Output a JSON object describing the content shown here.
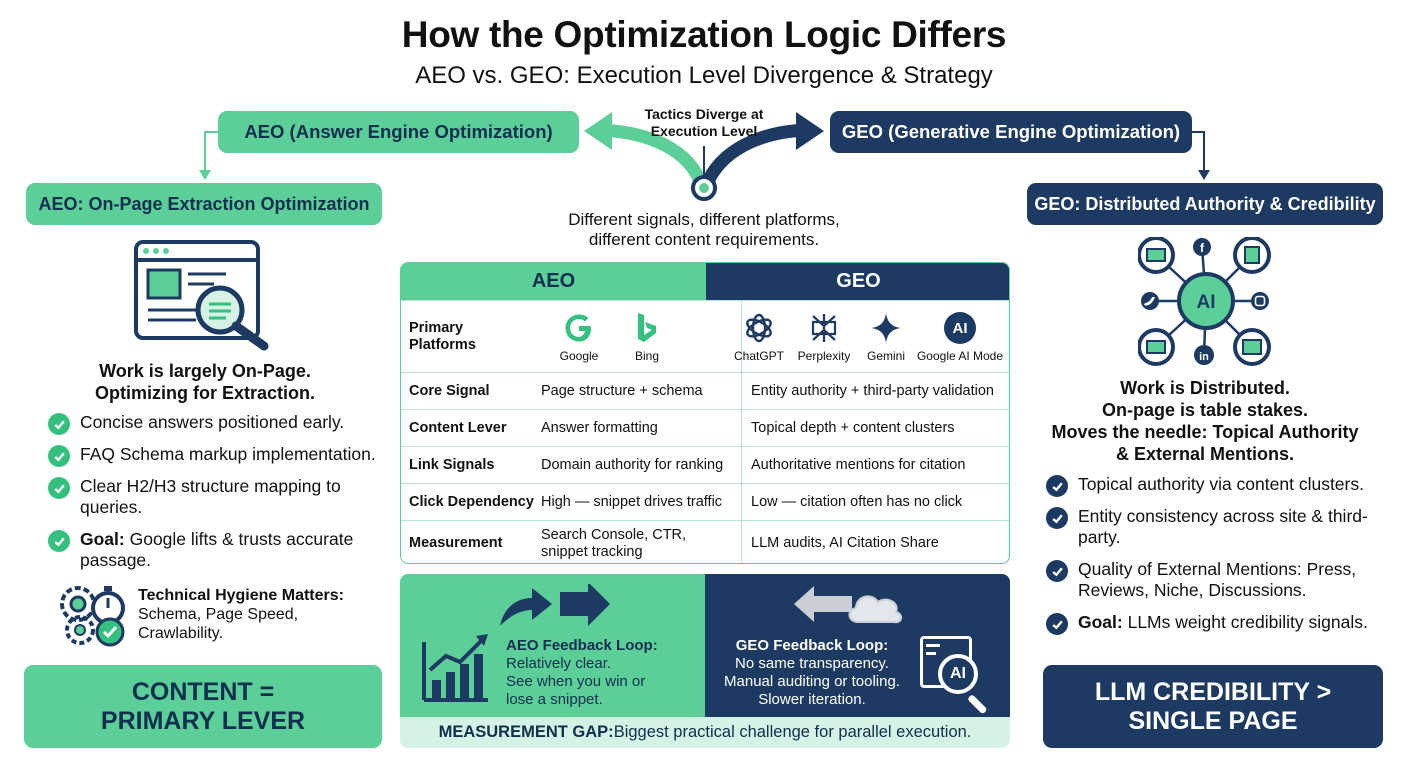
{
  "header": {
    "title": "How the Optimization Logic Differs",
    "subtitle": "AEO vs. GEO: Execution Level Divergence & Strategy"
  },
  "top": {
    "aeo_label": "AEO (Answer Engine Optimization)",
    "geo_label": "GEO (Generative Engine Optimization)",
    "diverge_line1": "Tactics Diverge at",
    "diverge_line2": "Execution Level",
    "note_line1": "Different signals, different platforms,",
    "note_line2": "different content requirements."
  },
  "aeo": {
    "section_title": "AEO: On-Page Extraction Optimization",
    "headline_line1": "Work is largely On-Page.",
    "headline_line2": "Optimizing for Extraction.",
    "bullets": [
      {
        "text": "Concise answers positioned early."
      },
      {
        "text": "FAQ Schema markup implementation."
      },
      {
        "text": "Clear H2/H3 structure mapping to queries."
      },
      {
        "bold": "Goal:",
        "text": " Google lifts & trusts accurate passage."
      }
    ],
    "hygiene_title": "Technical Hygiene Matters:",
    "hygiene_line1": "Schema, Page Speed,",
    "hygiene_line2": "Crawlability.",
    "lever_line1": "CONTENT =",
    "lever_line2": "PRIMARY LEVER"
  },
  "geo": {
    "section_title": "GEO: Distributed Authority & Credibility",
    "headline_line1": "Work is Distributed.",
    "headline_line2": "On-page is table stakes.",
    "headline_line3": "Moves the needle: Topical Authority",
    "headline_line4": "& External Mentions.",
    "hub_label": "AI",
    "bullets": [
      {
        "text": "Topical authority via content clusters."
      },
      {
        "text": "Entity consistency across site & third-party."
      },
      {
        "text": "Quality of External Mentions: Press, Reviews, Niche, Discussions."
      },
      {
        "bold": "Goal:",
        "text": " LLMs weight credibility signals."
      }
    ],
    "lever_line1": "LLM CREDIBILITY >",
    "lever_line2": "SINGLE PAGE"
  },
  "table": {
    "col_aeo": "AEO",
    "col_geo": "GEO",
    "platforms_label_line1": "Primary",
    "platforms_label_line2": "Platforms",
    "aeo_platforms": [
      "Google",
      "Bing"
    ],
    "geo_platforms": [
      "ChatGPT",
      "Perplexity",
      "Gemini",
      "Google AI Mode"
    ],
    "google_ai_mode_badge": "AI",
    "rows": [
      {
        "label": "Core Signal",
        "aeo": "Page structure + schema",
        "geo": "Entity authority + third-party validation"
      },
      {
        "label": "Content Lever",
        "aeo": "Answer formatting",
        "geo": "Topical depth + content clusters"
      },
      {
        "label": "Link Signals",
        "aeo": "Domain authority for ranking",
        "geo": "Authoritative mentions for citation"
      },
      {
        "label": "Click Dependency",
        "aeo": "High — snippet drives traffic",
        "geo": "Low — citation often has no click"
      },
      {
        "label": "Measurement",
        "aeo": "Search Console, CTR, snippet tracking",
        "geo": "LLM audits, AI Citation Share"
      }
    ]
  },
  "feedback": {
    "aeo_title": "AEO Feedback Loop:",
    "aeo_line1": "Relatively clear.",
    "aeo_line2": "See when you win or",
    "aeo_line3": "lose a snippet.",
    "geo_title": "GEO Feedback Loop:",
    "geo_line1": "No same transparency.",
    "geo_line2": "Manual auditing or tooling.",
    "geo_line3": "Slower iteration.",
    "geo_badge": "AI",
    "gap_bold": "MEASUREMENT GAP:",
    "gap_text": " Biggest practical challenge for parallel execution."
  },
  "colors": {
    "green": "#5ccf99",
    "navy": "#1d3a63",
    "light_green": "#d6f2e4"
  }
}
